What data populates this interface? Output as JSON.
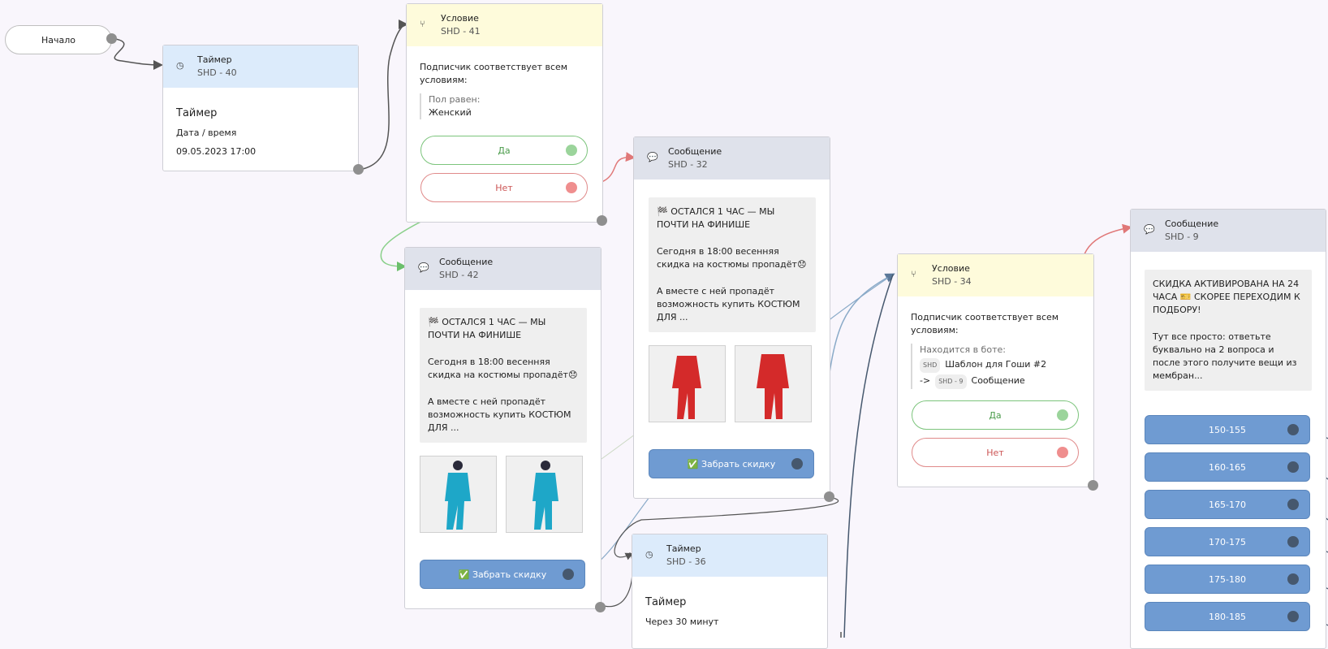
{
  "start": {
    "label": "Начало"
  },
  "n40": {
    "title": "Таймер",
    "id": "SHD - 40",
    "heading": "Таймер",
    "sub": "Дата / время",
    "value": "09.05.2023 17:00"
  },
  "n41": {
    "title": "Условие",
    "id": "SHD - 41",
    "desc": "Подписчик соответствует всем условиям:",
    "cond_label": "Пол равен:",
    "cond_value": "Женский",
    "yes": "Да",
    "no": "Нет"
  },
  "n42": {
    "title": "Сообщение",
    "id": "SHD - 42",
    "msg": [
      "🏁 ОСТАЛСЯ 1 ЧАС — МЫ ПОЧТИ НА ФИНИШЕ",
      "Сегодня в 18:00 весенняя скидка на костюмы пропадёт😞",
      "А вместе с ней пропадёт возможность купить КОСТЮМ ДЛЯ ..."
    ],
    "button": "✅ Забрать скидку"
  },
  "n32": {
    "title": "Сообщение",
    "id": "SHD - 32",
    "msg": [
      "🏁 ОСТАЛСЯ 1 ЧАС — МЫ ПОЧТИ НА ФИНИШЕ",
      "Сегодня в 18:00 весенняя скидка на костюмы пропадёт😞",
      "А вместе с ней пропадёт возможность купить КОСТЮМ ДЛЯ ..."
    ],
    "button": "✅ Забрать скидку"
  },
  "n36": {
    "title": "Таймер",
    "id": "SHD - 36",
    "heading": "Таймер",
    "sub": "Через 30 минут"
  },
  "n34": {
    "title": "Условие",
    "id": "SHD - 34",
    "desc": "Подписчик соответствует всем условиям:",
    "cond_label": "Находится в боте:",
    "tag1": "SHD",
    "bot": "Шаблон для Гоши #2",
    "arrow": "->",
    "tag2": "SHD - 9",
    "target": "Сообщение",
    "yes": "Да",
    "no": "Нет"
  },
  "n9": {
    "title": "Сообщение",
    "id": "SHD - 9",
    "msg": [
      "СКИДКА АКТИВИРОВАНА НА 24 ЧАСА 🎫 СКОРЕЕ ПЕРЕХОДИМ К ПОДБОРУ!",
      "Тут все просто: ответьте буквально на 2 вопроса и после этого получите вещи из мембран..."
    ],
    "buttons": [
      "150-155",
      "160-165",
      "165-170",
      "170-175",
      "175-180",
      "180-185"
    ]
  },
  "colors": {
    "timer_head": "#dcebfb",
    "cond_head": "#fefbdb",
    "msg_head": "#dfe2eb",
    "button": "#6f9bd2",
    "yes": "#7cc47c",
    "no": "#e08a8a",
    "canvas": "#f9f6fc"
  }
}
